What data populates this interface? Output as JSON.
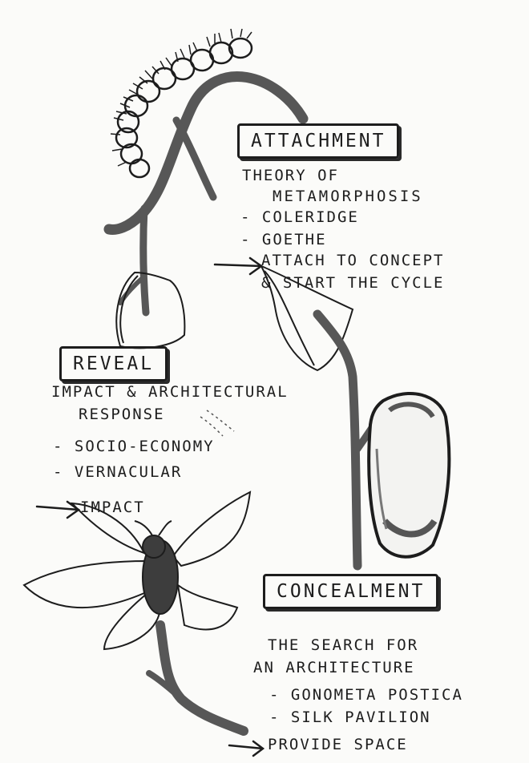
{
  "attachment": {
    "title": "ATTACHMENT",
    "line1": "THEORY OF",
    "line2": "METAMORPHOSIS",
    "item1": "- COLERIDGE",
    "item2": "- GOETHE",
    "item3": "ATTACH TO CONCEPT",
    "item4": "& START THE CYCLE"
  },
  "reveal": {
    "title": "REVEAL",
    "line1": "IMPACT & ARCHITECTURAL",
    "line2": "RESPONSE",
    "item1": "- SOCIO-ECONOMY",
    "item2": "- VERNACULAR",
    "item3": "IMPACT"
  },
  "concealment": {
    "title": "CONCEALMENT",
    "line1": "THE SEARCH FOR",
    "line2": "AN ARCHITECTURE",
    "item1": "- GONOMETA POSTICA",
    "item2": "- SILK PAVILION",
    "item3": "PROVIDE SPACE"
  },
  "colors": {
    "ink": "#1d1d1d",
    "stem": "#575757",
    "paper": "#fbfbf9"
  }
}
